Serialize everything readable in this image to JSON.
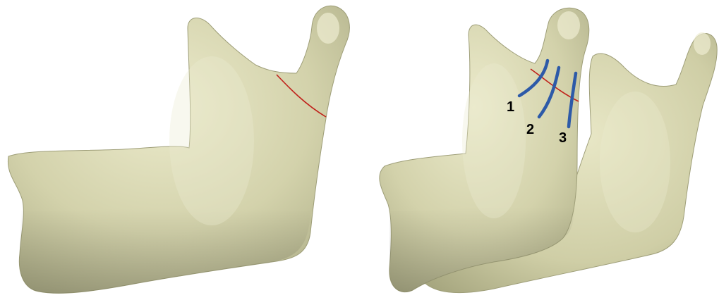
{
  "colors": {
    "bone": "#d4d3ad",
    "bone_light": "#e7e6c6",
    "bone_shadow": "#a3a37c",
    "osteotomy_line": "#c0201a",
    "cut_line": "#2d5aa8"
  },
  "left_view": {
    "kind": "mandible-3d-render"
  },
  "right_view": {
    "kind": "mandible-3d-render-overlaid",
    "cut_lines": [
      {
        "label": "1"
      },
      {
        "label": "2"
      },
      {
        "label": "3"
      }
    ]
  }
}
